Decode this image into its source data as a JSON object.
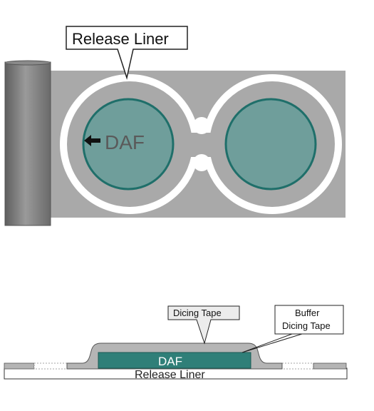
{
  "top_view": {
    "release_liner_label": "Release Liner",
    "daf_label": "DAF"
  },
  "cross_section": {
    "dicing_tape_label": "Dicing Tape",
    "buffer_label_line1": "Buffer",
    "buffer_label_line2": "Dicing Tape",
    "daf_label": "DAF",
    "release_liner_label": "Release Liner"
  },
  "colors": {
    "liner_gray": "#a9a9a9",
    "ring_white": "#ffffff",
    "daf_fill": "#6f9e9b",
    "daf_edge": "#1f6f6a",
    "daf_section": "#2f7f78",
    "roll": "#7d7d7d"
  }
}
